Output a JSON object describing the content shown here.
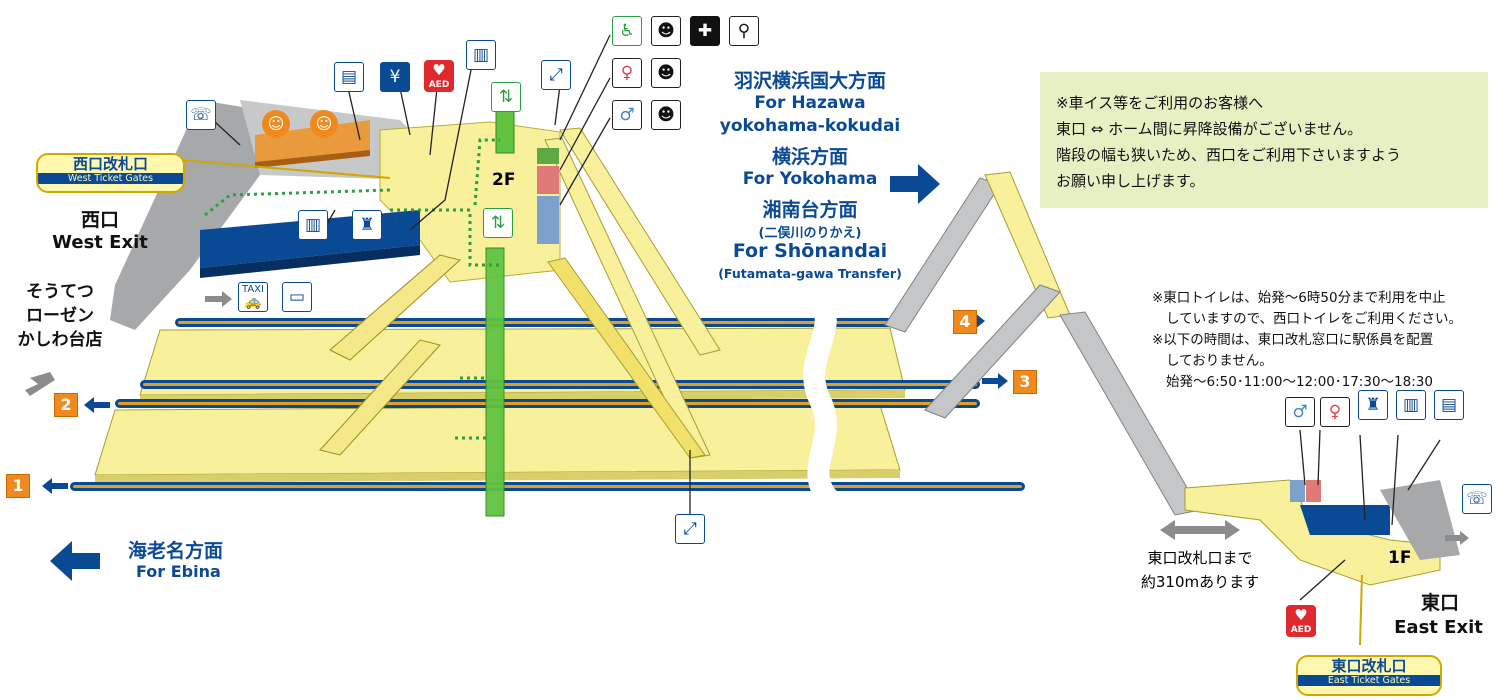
{
  "directions": {
    "north": {
      "line1_jp": "羽沢横浜国大方面",
      "line1_en1": "For Hazawa",
      "line1_en2": "yokohama-kokudai",
      "line2_jp": "横浜方面",
      "line2_en": "For Yokohama",
      "line3_jp": "湘南台方面",
      "line3_sub": "(二俣川のりかえ)",
      "line3_en": "For Shōnandai",
      "line3_en_sub": "(Futamata-gawa Transfer)"
    },
    "south": {
      "jp": "海老名方面",
      "en": "For Ebina"
    }
  },
  "west": {
    "gate_jp": "西口改札口",
    "gate_en": "West Ticket Gates",
    "exit_jp": "西口",
    "exit_en": "West Exit",
    "store_line1": "そうてつ",
    "store_line2": "ローゼン",
    "store_line3": "かしわ台店",
    "floor": "2F",
    "taxi_label": "TAXI"
  },
  "east": {
    "gate_jp": "東口改札口",
    "gate_en": "East Ticket Gates",
    "exit_jp": "東口",
    "exit_en": "East Exit",
    "floor": "1F",
    "distance_line1": "東口改札口まで",
    "distance_line2": "約310mあります"
  },
  "tracks": [
    "1",
    "2",
    "3",
    "4"
  ],
  "aed_label": "AED",
  "notice": {
    "line1": "※車イス等をご利用のお客様へ",
    "line2": "東口 ⇔ ホーム間に昇降設備がございません。",
    "line3": "階段の幅も狭いため、西口をご利用下さいますよう",
    "line4": "お願い申し上げます。"
  },
  "notes": {
    "n1a": "※東口トイレは、始発〜6時50分まで利用を中止",
    "n1b": "していますので、西口トイレをご利用ください。",
    "n2a": "※以下の時間は、東口改札窓口に駅係員を配置",
    "n2b": "しておりません。",
    "n2c": "始発〜6:50･11:00〜12:00･17:30〜18:30"
  },
  "icons": [
    "phone-icon",
    "coin-locker-icon",
    "atm-icon",
    "aed-icon",
    "ticket-machine-icon",
    "elevator-icon",
    "escalator-icon",
    "wheelchair-toilet-icon",
    "baby-icon",
    "ostomate-icon",
    "diaper-changing-icon",
    "womens-toilet-icon",
    "mens-toilet-icon",
    "station-staff-icon",
    "taxi-icon",
    "bus-icon"
  ],
  "colors": {
    "platform": "#f8f09a",
    "concourse_blue": "#0a4a95",
    "elevator": "#62c341",
    "track_orange": "#f08a1e",
    "notice_bg": "#e6f0c2",
    "stairs_gray": "#a6a8aa"
  }
}
